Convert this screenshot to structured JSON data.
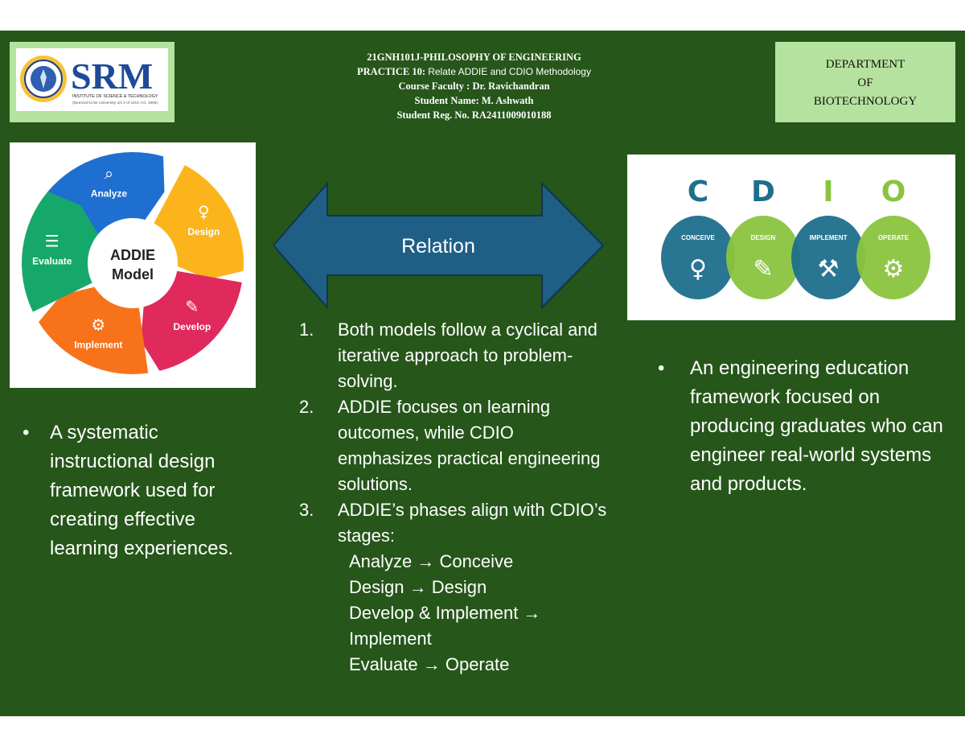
{
  "header": {
    "course": "21GNH101J-PHILOSOPHY OF ENGINEERING",
    "practice_label": "PRACTICE 10:",
    "practice_title": "Relate ADDIE and CDIO Methodology",
    "faculty": "Course Faculty : Dr. Ravichandran",
    "student_name": "Student Name: M. Ashwath",
    "student_reg": "Student Reg. No.  RA2411009010188"
  },
  "logo": {
    "text": "SRM",
    "subtitle": "INSTITUTE OF SCIENCE & TECHNOLOGY",
    "tagline": "(Deemed to be University u/s 3 of UGC Act, 1956)"
  },
  "department": {
    "lines": [
      "DEPARTMENT",
      "OF",
      "BIOTECHNOLOGY"
    ]
  },
  "addie": {
    "center_line1": "ADDIE",
    "center_line2": "Model",
    "segments": [
      "Analyze",
      "Design",
      "Develop",
      "Implement",
      "Evaluate"
    ],
    "colors": [
      "#1f6fd1",
      "#fbb41c",
      "#e02a5d",
      "#f7721b",
      "#16a86b"
    ]
  },
  "cdio": {
    "letters": [
      "C",
      "D",
      "I",
      "O"
    ],
    "labels": [
      "CONCEIVE",
      "DESIGN",
      "IMPLEMENT",
      "OPERATE"
    ],
    "colors": [
      "#1d6f8c",
      "#8ac43f",
      "#1d6f8c",
      "#8ac43f"
    ]
  },
  "arrow": {
    "label": "Relation",
    "color": "#1f5f86"
  },
  "left_bullet": "A systematic instructional design framework used for creating effective learning experiences.",
  "right_bullet": "An engineering education framework focused on producing graduates who can engineer real-world systems and products.",
  "relations": [
    {
      "num": "1.",
      "text": "Both models follow a cyclical and iterative approach to problem-solving."
    },
    {
      "num": "2.",
      "text": "ADDIE focuses on learning outcomes, while CDIO emphasizes practical engineering solutions."
    },
    {
      "num": "3.",
      "text": "ADDIE’s phases align with CDIO’s stages:"
    }
  ],
  "mappings": [
    "Analyze → Conceive",
    "Design → Design",
    "Develop & Implement → Implement",
    "Evaluate → Operate"
  ]
}
